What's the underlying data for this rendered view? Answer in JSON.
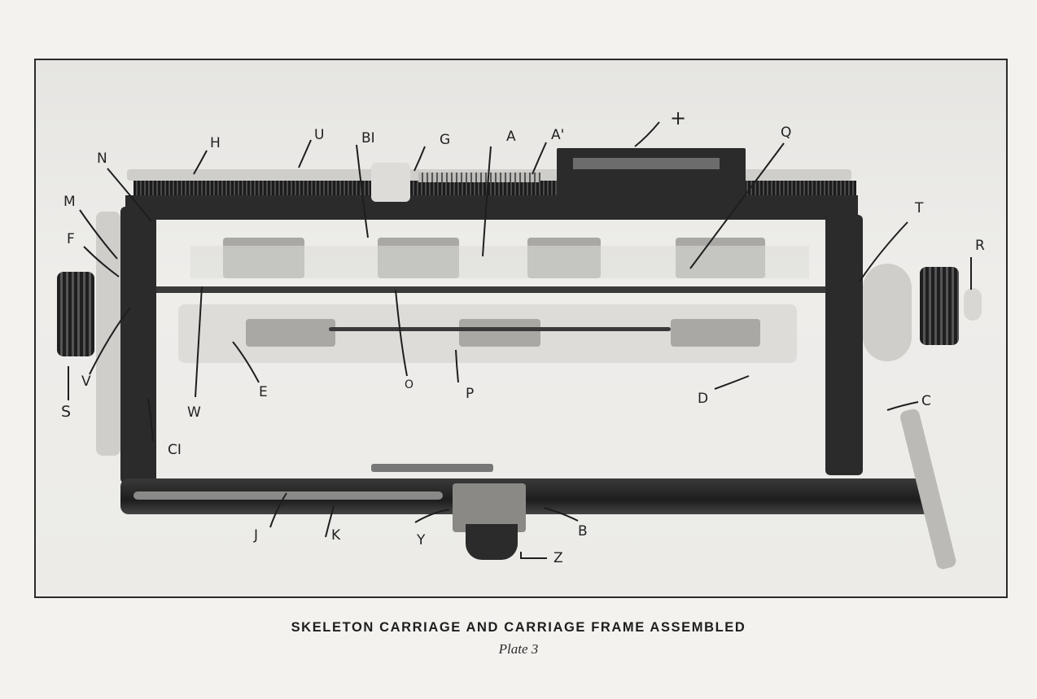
{
  "figure": {
    "caption_title": "SKELETON CARRIAGE AND CARRIAGE FRAME ASSEMBLED",
    "caption_subtitle": "Plate 3"
  },
  "labels": {
    "H": "H",
    "U": "U",
    "B1": "BI",
    "G": "G",
    "A": "A",
    "A_prime": "A'",
    "plus": "+",
    "Q": "Q",
    "T": "T",
    "R": "R",
    "N": "N",
    "M": "M",
    "F": "F",
    "S": "S",
    "V": "V",
    "W": "W",
    "E": "E",
    "O": "O",
    "P": "P",
    "C1": "CI",
    "D": "D",
    "C": "C",
    "J": "J",
    "K": "K",
    "Y": "Y",
    "B": "B",
    "Z": "Z"
  }
}
